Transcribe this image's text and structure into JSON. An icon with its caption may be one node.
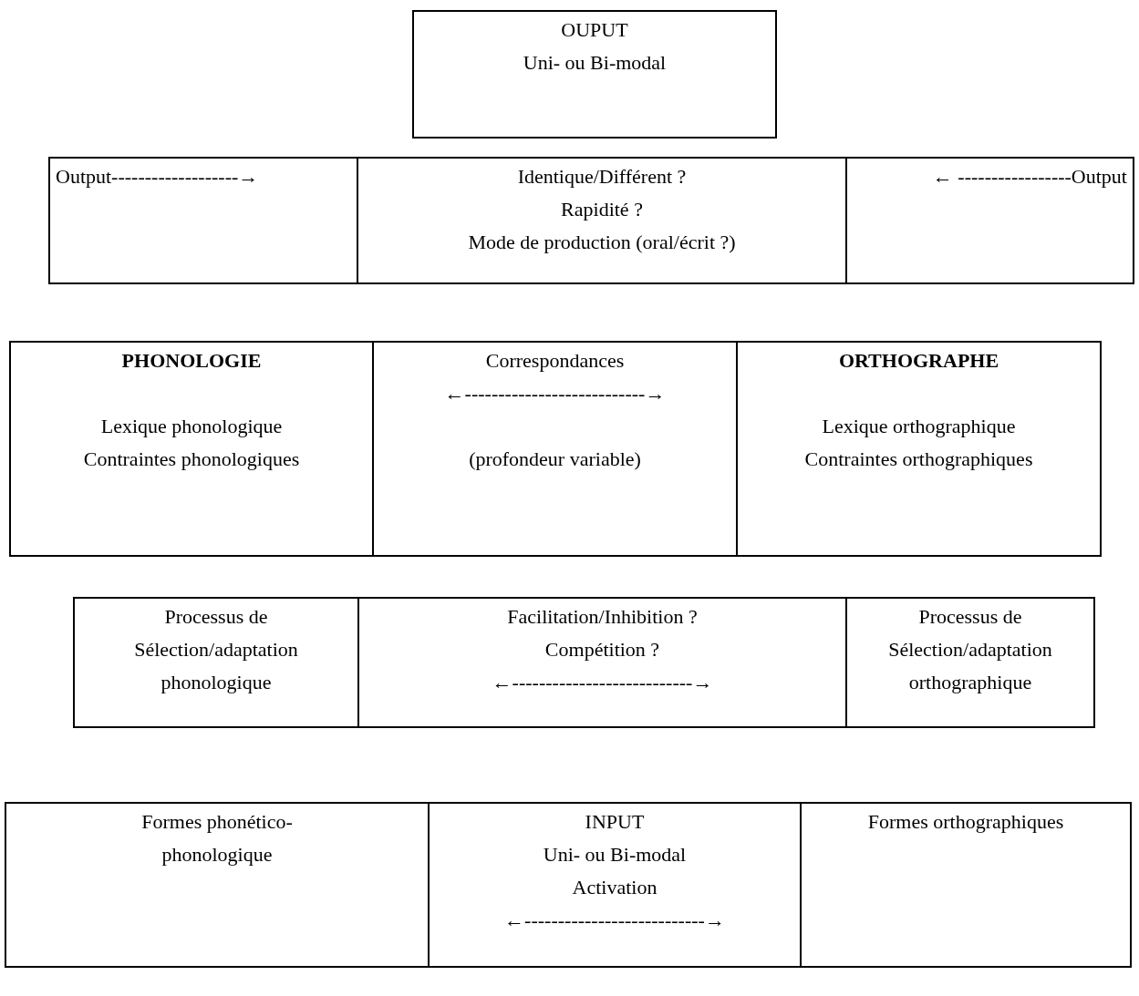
{
  "diagram": {
    "nodes": [
      {
        "text": [
          "OUPUT",
          "Uni- ou Bi-modal"
        ]
      },
      {
        "text": [
          "Output-------------------→"
        ]
      },
      {
        "text": [
          "Identique/Différent ?",
          "Rapidité ?",
          "Mode de production (oral/écrit ?)"
        ]
      },
      {
        "text": [
          "← -----------------Output"
        ]
      },
      {
        "text": [
          "PHONOLOGIE",
          "Lexique phonologique",
          "Contraintes phonologiques"
        ]
      },
      {
        "text": [
          "Correspondances",
          "←---------------------------→",
          "(profondeur variable)"
        ]
      },
      {
        "text": [
          "ORTHOGRAPHE",
          "Lexique orthographique",
          "Contraintes orthographiques"
        ]
      },
      {
        "text": [
          "Processus de Sélection/adaptation phonologique"
        ]
      },
      {
        "text": [
          "Facilitation/Inhibition ?",
          "Compétition ?",
          "←---------------------------→"
        ]
      },
      {
        "text": [
          "Processus de Sélection/adaptation orthographique"
        ]
      },
      {
        "text": [
          "Formes phonético- phonologique"
        ]
      },
      {
        "text": [
          "INPUT",
          "Uni- ou Bi-modal",
          "Activation",
          "←---------------------------→"
        ]
      },
      {
        "text": [
          "Formes orthographiques"
        ]
      }
    ]
  }
}
